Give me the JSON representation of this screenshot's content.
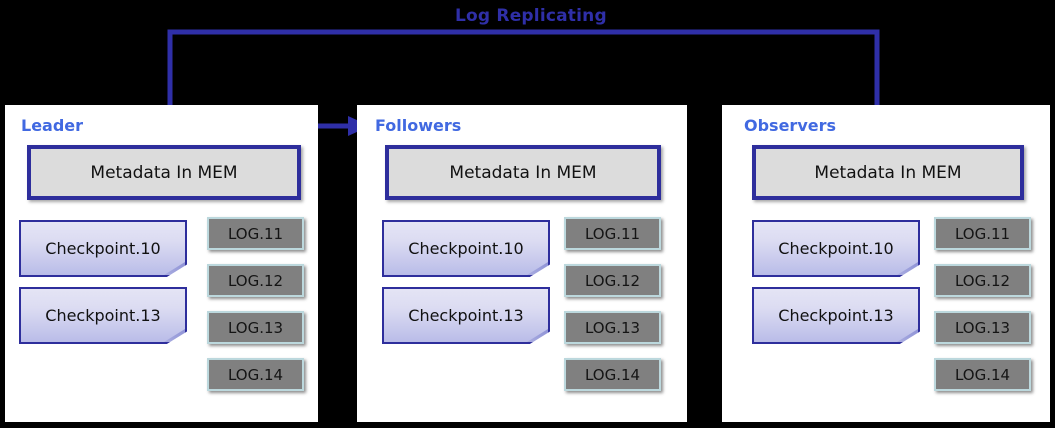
{
  "diagram": {
    "title": "Log Replicating",
    "title_color": "#2f2fa8",
    "node_label_color": "#4169e1",
    "accent_border_color": "#2e2e9c",
    "log_fill_color": "#808080",
    "meta_fill_color": "#dcdcdc"
  },
  "panels": [
    {
      "role": "Leader",
      "metadata": "Metadata In MEM",
      "checkpoints": [
        "Checkpoint.10",
        "Checkpoint.13"
      ],
      "logs": [
        "LOG.11",
        "LOG.12",
        "LOG.13",
        "LOG.14"
      ]
    },
    {
      "role": "Followers",
      "metadata": "Metadata In MEM",
      "checkpoints": [
        "Checkpoint.10",
        "Checkpoint.13"
      ],
      "logs": [
        "LOG.11",
        "LOG.12",
        "LOG.13",
        "LOG.14"
      ]
    },
    {
      "role": "Observers",
      "metadata": "Metadata In MEM",
      "checkpoints": [
        "Checkpoint.10",
        "Checkpoint.13"
      ],
      "logs": [
        "LOG.11",
        "LOG.12",
        "LOG.13",
        "LOG.14"
      ]
    }
  ],
  "arrows": [
    {
      "name": "leader-to-followers",
      "direction": "right"
    },
    {
      "name": "leader-to-observers",
      "direction": "down"
    }
  ]
}
